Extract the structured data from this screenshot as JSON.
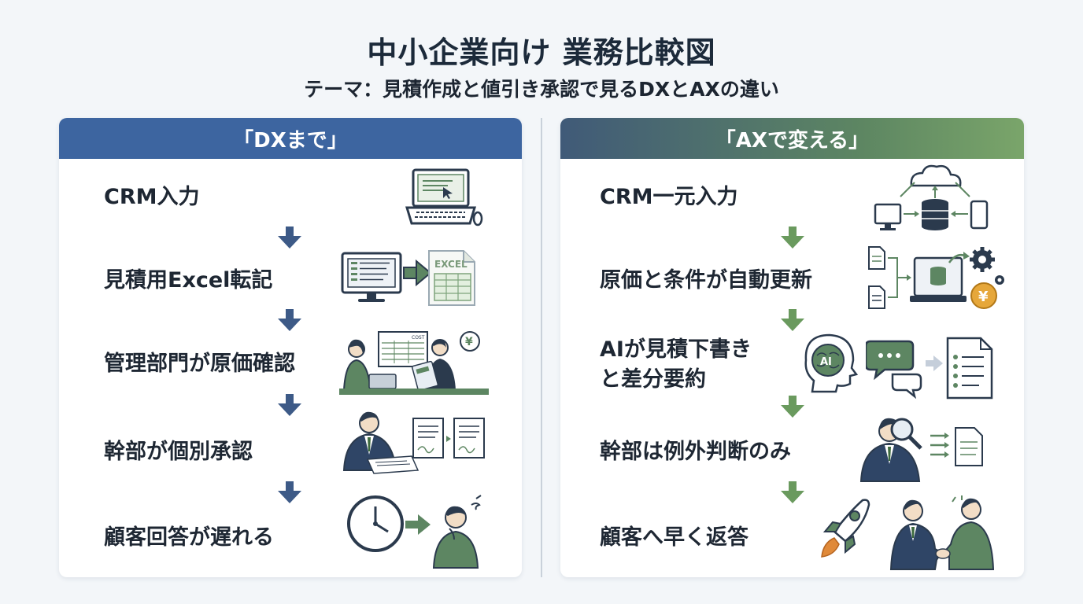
{
  "title": "中小企業向け 業務比較図",
  "subtitle": "テーマ：見積作成と値引き承認で見るDXとAXの違い",
  "left": {
    "header": "「DXまで」",
    "steps": [
      "CRM入力",
      "見積用Excel転記",
      "管理部門が原価確認",
      "幹部が個別承認",
      "顧客回答が遅れる"
    ],
    "excel_label": "EXCEL",
    "sheet_label": "COST",
    "currency_symbol": "¥",
    "accent_color": "#3d65a0"
  },
  "right": {
    "header": "「AXで変える」",
    "steps": [
      "CRM一元入力",
      "原価と条件が自動更新",
      "AIが見積下書き",
      "と差分要約",
      "幹部は例外判断のみ",
      "顧客へ早く返答"
    ],
    "ai_label": "AI",
    "currency_symbol": "¥",
    "accent_color": "#5d8662"
  }
}
